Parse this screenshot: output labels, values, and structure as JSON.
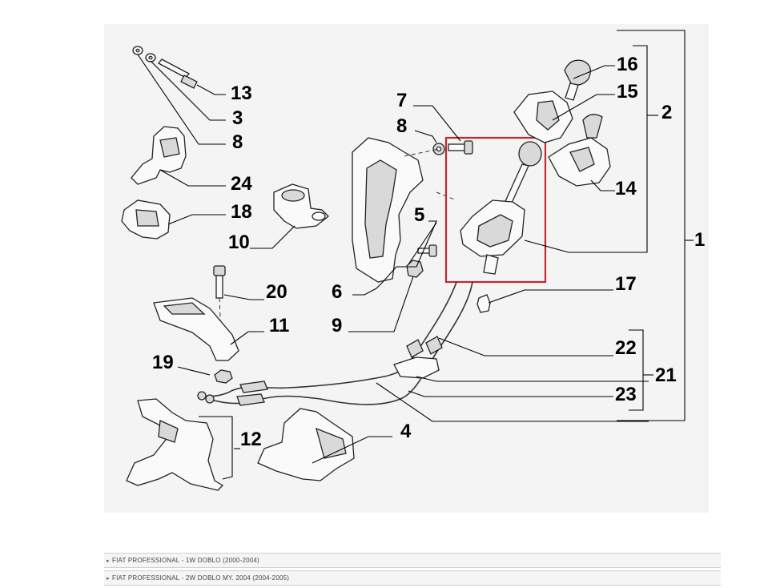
{
  "diagram": {
    "callouts": [
      {
        "id": "13",
        "text": "13"
      },
      {
        "id": "3",
        "text": "3"
      },
      {
        "id": "8a",
        "text": "8"
      },
      {
        "id": "24",
        "text": "24"
      },
      {
        "id": "18",
        "text": "18"
      },
      {
        "id": "10",
        "text": "10"
      },
      {
        "id": "20",
        "text": "20"
      },
      {
        "id": "11",
        "text": "11"
      },
      {
        "id": "19",
        "text": "19"
      },
      {
        "id": "12",
        "text": "12"
      },
      {
        "id": "7",
        "text": "7"
      },
      {
        "id": "8b",
        "text": "8"
      },
      {
        "id": "5",
        "text": "5"
      },
      {
        "id": "6",
        "text": "6"
      },
      {
        "id": "9",
        "text": "9"
      },
      {
        "id": "4",
        "text": "4"
      },
      {
        "id": "16",
        "text": "16"
      },
      {
        "id": "15",
        "text": "15"
      },
      {
        "id": "2",
        "text": "2"
      },
      {
        "id": "14",
        "text": "14"
      },
      {
        "id": "1",
        "text": "1"
      },
      {
        "id": "17",
        "text": "17"
      },
      {
        "id": "22",
        "text": "22"
      },
      {
        "id": "21",
        "text": "21"
      },
      {
        "id": "23",
        "text": "23"
      }
    ],
    "highlight_color": "#c0282d"
  },
  "catalog": {
    "rows": [
      {
        "label": "FIAT PROFESSIONAL - 1W DOBLO (2000-2004)"
      },
      {
        "label": "FIAT PROFESSIONAL - 2W DOBLO MY. 2004 (2004-2005)"
      }
    ]
  }
}
